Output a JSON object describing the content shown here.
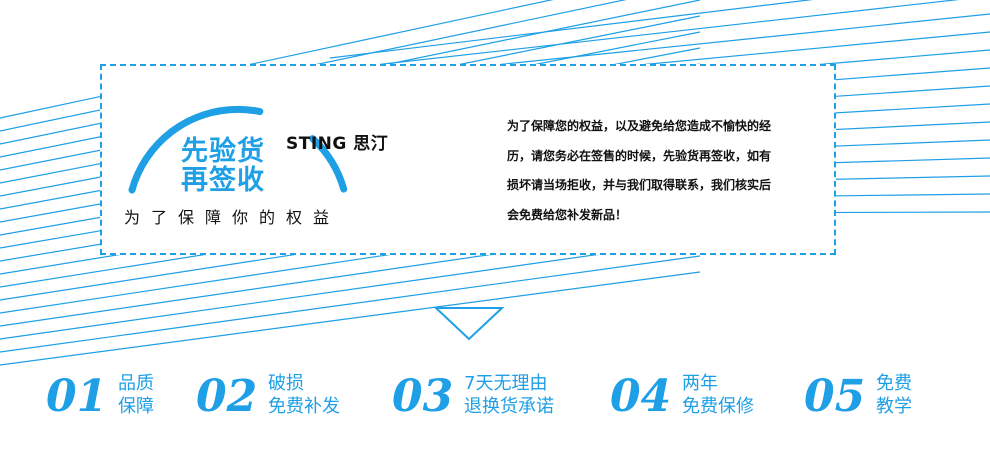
{
  "colors": {
    "accent": "#1e9fe6",
    "text": "#111111",
    "background": "#ffffff"
  },
  "badge": {
    "title_line_1": "先验货",
    "title_line_2": "再签收",
    "brand": "STING 思汀",
    "slogan": "为了保障你的权益"
  },
  "description": {
    "lines": [
      "为了保障您的权益，以及避免给您造成不愉快的经",
      "历，请您务必在签售的时候，先验货再签收，如有",
      "损坏请当场拒收，并与我们取得联系，我们核实后",
      "会免费给您补发新品！"
    ]
  },
  "features": [
    {
      "number": "01",
      "line_1": "品质",
      "line_2": "保障"
    },
    {
      "number": "02",
      "line_1": "破损",
      "line_2": "免费补发"
    },
    {
      "number": "03",
      "line_1": "7天无理由",
      "line_2": "退换货承诺"
    },
    {
      "number": "04",
      "line_1": "两年",
      "line_2": "免费保修"
    },
    {
      "number": "05",
      "line_1": "免费",
      "line_2": "教学"
    }
  ],
  "icons": {
    "indicator": "down-triangle-icon",
    "arc": "arc-badge-icon"
  }
}
